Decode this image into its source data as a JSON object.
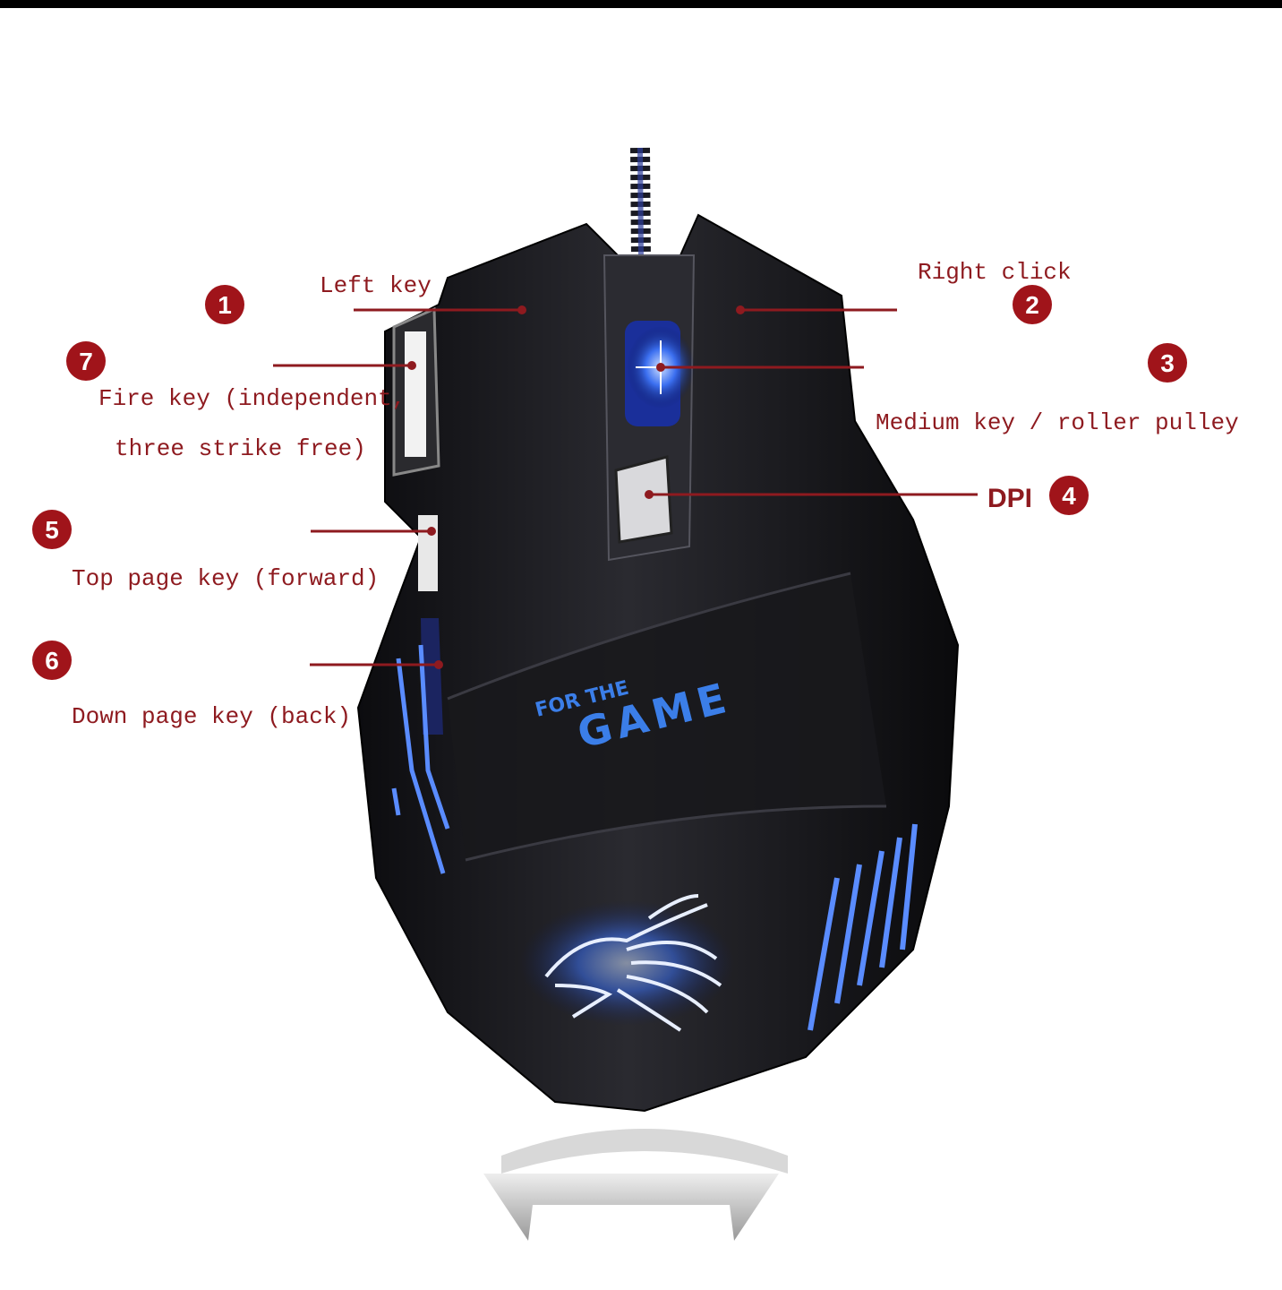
{
  "callouts": [
    {
      "number": "1",
      "label": "Left key"
    },
    {
      "number": "2",
      "label": "Right click"
    },
    {
      "number": "3",
      "label": "Medium key / roller pulley"
    },
    {
      "number": "4",
      "label": "DPI"
    },
    {
      "number": "5",
      "label": "Top page key (forward)"
    },
    {
      "number": "6",
      "label": "Down page key (back)"
    },
    {
      "number": "7",
      "label_line1": "Fire key (independent,",
      "label_line2": "three strike free)"
    }
  ],
  "product": {
    "brand_line1": "FOR THE",
    "brand_line2": "GAME"
  },
  "colors": {
    "label": "#8e1a1f",
    "badge": "#a0141a",
    "glow": "#3b7ee8",
    "body": "#141417"
  }
}
